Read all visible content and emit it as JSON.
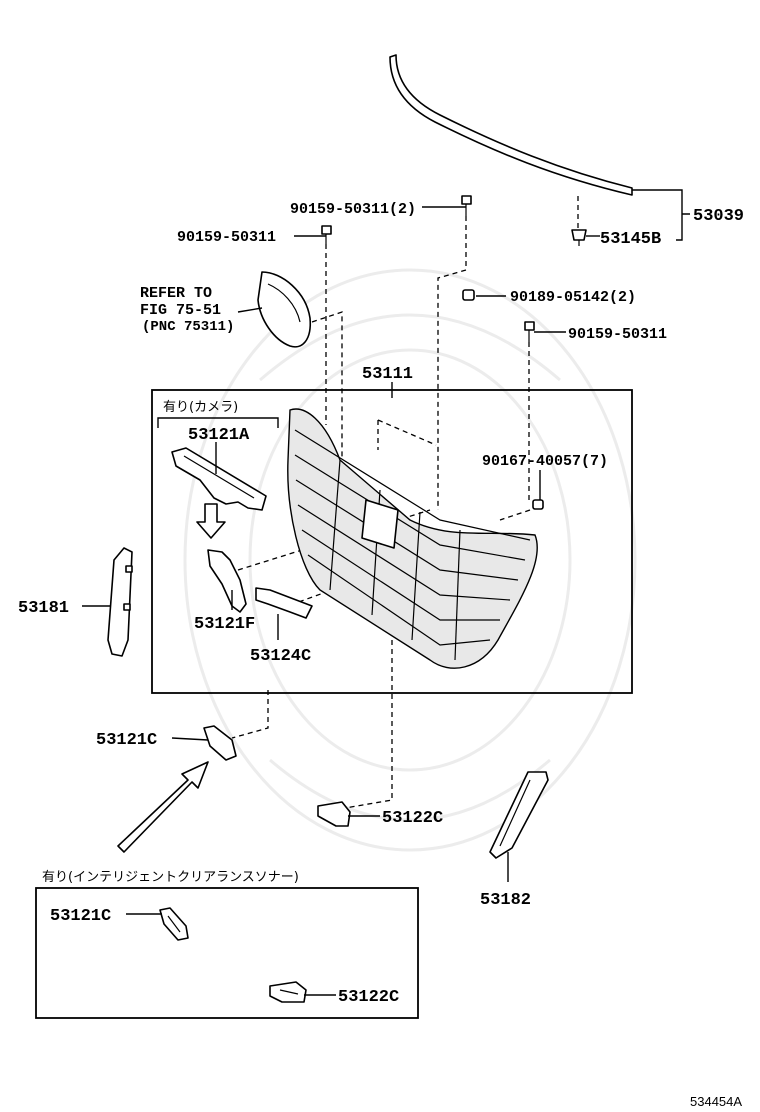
{
  "labels": {
    "p53039": "53039",
    "p53145b": "53145B",
    "p90159_50311_2": "90159-50311(2)",
    "p90159_50311_a": "90159-50311",
    "p90189": "90189-05142(2)",
    "p90159_50311_b": "90159-50311",
    "refer1": "REFER TO",
    "refer2": "FIG 75-51",
    "refer3": "(PNC 75311)",
    "p53111": "53111",
    "camera_note": "有り(カメラ)",
    "p53121a": "53121A",
    "p90167": "90167-40057(7)",
    "p53181": "53181",
    "p53121f": "53121F",
    "p53124c": "53124C",
    "p53121c": "53121C",
    "p53122c": "53122C",
    "p53182": "53182",
    "sonar_note": "有り(インテリジェントクリアランスソナー)",
    "p53121c_box": "53121C",
    "p53122c_box": "53122C",
    "figure_id": "534454A"
  }
}
